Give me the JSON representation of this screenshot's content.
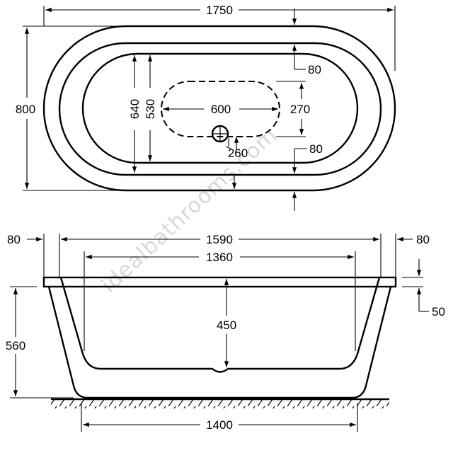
{
  "top_view": {
    "overall_length": "1750",
    "overall_width": "800",
    "inner_width_a": "640",
    "inner_width_b": "530",
    "rim_right_top": "80",
    "rim_right_bottom": "80",
    "recess_length": "600",
    "recess_width": "270",
    "waste_offset": "260"
  },
  "side_view": {
    "rim_left": "80",
    "rim_right": "80",
    "top_length": "1590",
    "inner_length": "1360",
    "depth": "450",
    "overall_height": "560",
    "rim_thickness": "50",
    "base_length": "1400"
  },
  "watermark": "idealbathrooms.com"
}
